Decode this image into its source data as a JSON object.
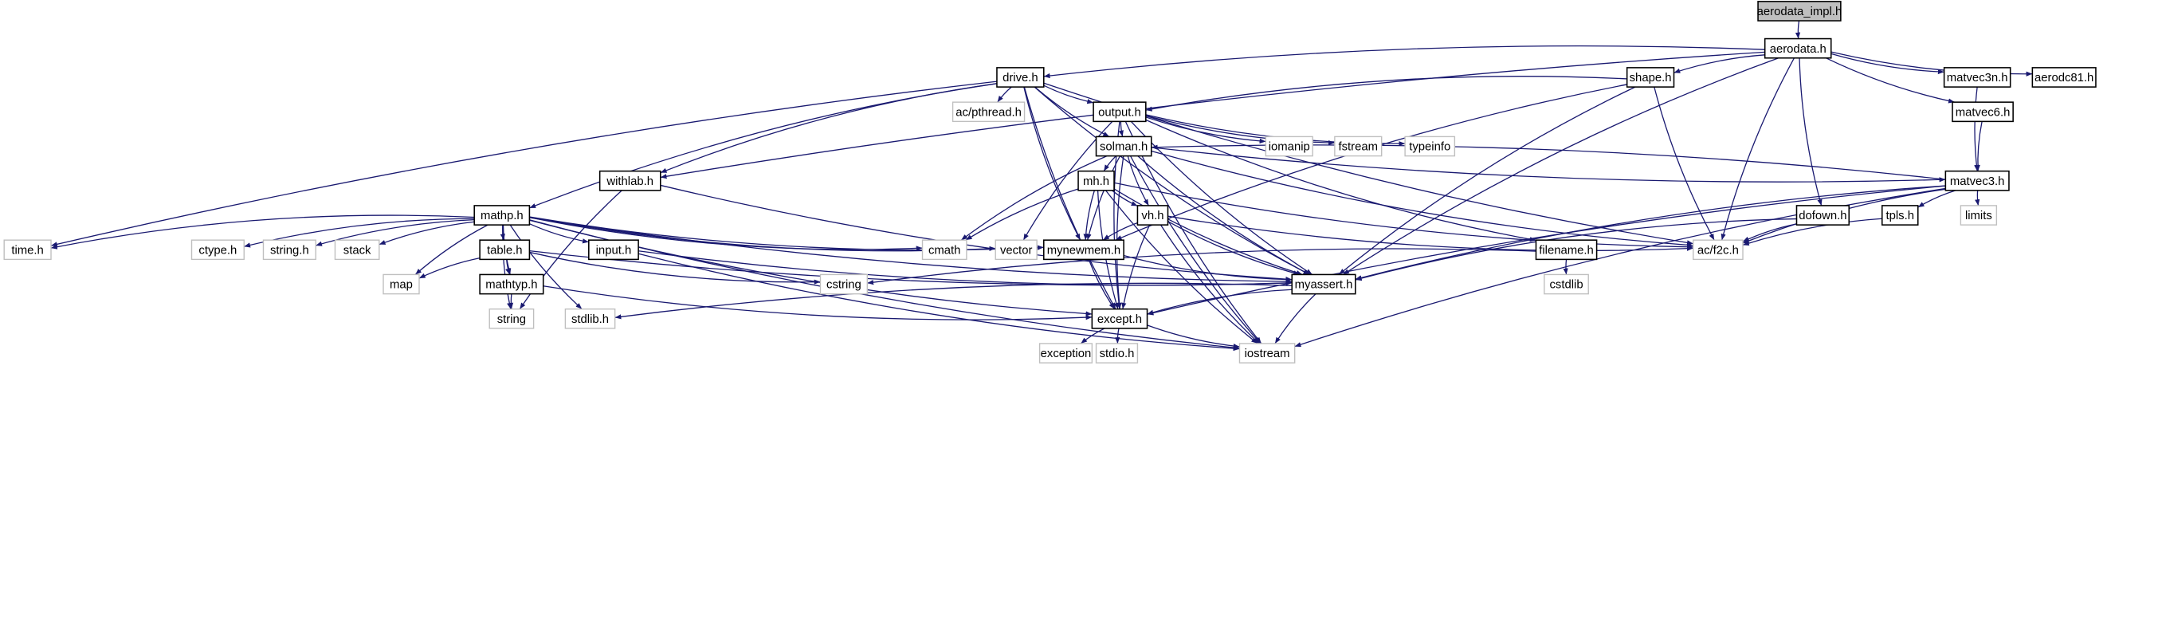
{
  "graph": {
    "colors": {
      "edge": "#191970",
      "documented_border": "#000000",
      "external_border": "#bfbfbf",
      "root_fill": "#bfbfbf"
    },
    "nodes": [
      {
        "id": "aerodata_impl.h",
        "label": "aerodata_impl.h",
        "kind": "root"
      },
      {
        "id": "aerodata.h",
        "label": "aerodata.h",
        "kind": "documented"
      },
      {
        "id": "drive.h",
        "label": "drive.h",
        "kind": "documented"
      },
      {
        "id": "shape.h",
        "label": "shape.h",
        "kind": "documented"
      },
      {
        "id": "matvec3n.h",
        "label": "matvec3n.h",
        "kind": "documented"
      },
      {
        "id": "aerodc81.h",
        "label": "aerodc81.h",
        "kind": "documented"
      },
      {
        "id": "output.h",
        "label": "output.h",
        "kind": "documented"
      },
      {
        "id": "ac/pthread.h",
        "label": "ac/pthread.h",
        "kind": "external"
      },
      {
        "id": "matvec6.h",
        "label": "matvec6.h",
        "kind": "documented"
      },
      {
        "id": "iomanip",
        "label": "iomanip",
        "kind": "external"
      },
      {
        "id": "fstream",
        "label": "fstream",
        "kind": "external"
      },
      {
        "id": "typeinfo",
        "label": "typeinfo",
        "kind": "external"
      },
      {
        "id": "solman.h",
        "label": "solman.h",
        "kind": "documented"
      },
      {
        "id": "matvec3.h",
        "label": "matvec3.h",
        "kind": "documented"
      },
      {
        "id": "withlab.h",
        "label": "withlab.h",
        "kind": "documented"
      },
      {
        "id": "mh.h",
        "label": "mh.h",
        "kind": "documented"
      },
      {
        "id": "mathp.h",
        "label": "mathp.h",
        "kind": "documented"
      },
      {
        "id": "vh.h",
        "label": "vh.h",
        "kind": "documented"
      },
      {
        "id": "dofown.h",
        "label": "dofown.h",
        "kind": "documented"
      },
      {
        "id": "tpls.h",
        "label": "tpls.h",
        "kind": "documented"
      },
      {
        "id": "limits",
        "label": "limits",
        "kind": "external"
      },
      {
        "id": "time.h",
        "label": "time.h",
        "kind": "external"
      },
      {
        "id": "ctype.h",
        "label": "ctype.h",
        "kind": "external"
      },
      {
        "id": "string.h",
        "label": "string.h",
        "kind": "external"
      },
      {
        "id": "stack",
        "label": "stack",
        "kind": "external"
      },
      {
        "id": "table.h",
        "label": "table.h",
        "kind": "documented"
      },
      {
        "id": "input.h",
        "label": "input.h",
        "kind": "documented"
      },
      {
        "id": "cmath",
        "label": "cmath",
        "kind": "external"
      },
      {
        "id": "vector",
        "label": "vector",
        "kind": "external"
      },
      {
        "id": "mynewmem.h",
        "label": "mynewmem.h",
        "kind": "documented"
      },
      {
        "id": "filename.h",
        "label": "filename.h",
        "kind": "documented"
      },
      {
        "id": "ac/f2c.h",
        "label": "ac/f2c.h",
        "kind": "external"
      },
      {
        "id": "map",
        "label": "map",
        "kind": "external"
      },
      {
        "id": "mathtyp.h",
        "label": "mathtyp.h",
        "kind": "documented"
      },
      {
        "id": "cstring",
        "label": "cstring",
        "kind": "external"
      },
      {
        "id": "myassert.h",
        "label": "myassert.h",
        "kind": "documented"
      },
      {
        "id": "cstdlib",
        "label": "cstdlib",
        "kind": "external"
      },
      {
        "id": "string",
        "label": "string",
        "kind": "external"
      },
      {
        "id": "stdlib.h",
        "label": "stdlib.h",
        "kind": "external"
      },
      {
        "id": "except.h",
        "label": "except.h",
        "kind": "documented"
      },
      {
        "id": "exception",
        "label": "exception",
        "kind": "external"
      },
      {
        "id": "stdio.h",
        "label": "stdio.h",
        "kind": "external"
      },
      {
        "id": "iostream",
        "label": "iostream",
        "kind": "external"
      }
    ],
    "edges": [
      [
        "aerodata_impl.h",
        "aerodata.h"
      ],
      [
        "aerodata.h",
        "drive.h"
      ],
      [
        "aerodata.h",
        "withlab.h"
      ],
      [
        "aerodata.h",
        "shape.h"
      ],
      [
        "aerodata.h",
        "matvec3n.h"
      ],
      [
        "aerodata.h",
        "aerodc81.h"
      ],
      [
        "aerodata.h",
        "matvec6.h"
      ],
      [
        "aerodata.h",
        "dofown.h"
      ],
      [
        "aerodata.h",
        "ac/f2c.h"
      ],
      [
        "aerodata.h",
        "myassert.h"
      ],
      [
        "drive.h",
        "ac/pthread.h"
      ],
      [
        "drive.h",
        "output.h"
      ],
      [
        "drive.h",
        "solman.h"
      ],
      [
        "drive.h",
        "withlab.h"
      ],
      [
        "drive.h",
        "mathp.h"
      ],
      [
        "drive.h",
        "time.h"
      ],
      [
        "drive.h",
        "mynewmem.h"
      ],
      [
        "drive.h",
        "myassert.h"
      ],
      [
        "drive.h",
        "ac/f2c.h"
      ],
      [
        "drive.h",
        "except.h"
      ],
      [
        "shape.h",
        "output.h"
      ],
      [
        "shape.h",
        "mynewmem.h"
      ],
      [
        "shape.h",
        "myassert.h"
      ],
      [
        "shape.h",
        "ac/f2c.h"
      ],
      [
        "matvec3n.h",
        "matvec3.h"
      ],
      [
        "matvec6.h",
        "matvec3.h"
      ],
      [
        "output.h",
        "iomanip"
      ],
      [
        "output.h",
        "fstream"
      ],
      [
        "output.h",
        "typeinfo"
      ],
      [
        "output.h",
        "solman.h"
      ],
      [
        "output.h",
        "vector"
      ],
      [
        "output.h",
        "filename.h"
      ],
      [
        "output.h",
        "myassert.h"
      ],
      [
        "output.h",
        "iostream"
      ],
      [
        "output.h",
        "except.h"
      ],
      [
        "solman.h",
        "mh.h"
      ],
      [
        "solman.h",
        "vh.h"
      ],
      [
        "solman.h",
        "matvec3.h"
      ],
      [
        "solman.h",
        "cmath"
      ],
      [
        "solman.h",
        "mynewmem.h"
      ],
      [
        "solman.h",
        "myassert.h"
      ],
      [
        "solman.h",
        "except.h"
      ],
      [
        "solman.h",
        "iostream"
      ],
      [
        "solman.h",
        "ac/f2c.h"
      ],
      [
        "matvec3.h",
        "solman.h"
      ],
      [
        "matvec3.h",
        "ac/f2c.h"
      ],
      [
        "matvec3.h",
        "tpls.h"
      ],
      [
        "matvec3.h",
        "limits"
      ],
      [
        "matvec3.h",
        "myassert.h"
      ],
      [
        "matvec3.h",
        "except.h"
      ],
      [
        "matvec3.h",
        "iostream"
      ],
      [
        "withlab.h",
        "string"
      ],
      [
        "withlab.h",
        "myassert.h"
      ],
      [
        "mh.h",
        "vh.h"
      ],
      [
        "mh.h",
        "cmath"
      ],
      [
        "mh.h",
        "mynewmem.h"
      ],
      [
        "mh.h",
        "myassert.h"
      ],
      [
        "mh.h",
        "except.h"
      ],
      [
        "mh.h",
        "iostream"
      ],
      [
        "mh.h",
        "ac/f2c.h"
      ],
      [
        "vh.h",
        "mynewmem.h"
      ],
      [
        "vh.h",
        "myassert.h"
      ],
      [
        "vh.h",
        "except.h"
      ],
      [
        "vh.h",
        "iostream"
      ],
      [
        "vh.h",
        "ac/f2c.h"
      ],
      [
        "mathp.h",
        "time.h"
      ],
      [
        "mathp.h",
        "ctype.h"
      ],
      [
        "mathp.h",
        "string.h"
      ],
      [
        "mathp.h",
        "stack"
      ],
      [
        "mathp.h",
        "table.h"
      ],
      [
        "mathp.h",
        "input.h"
      ],
      [
        "mathp.h",
        "map"
      ],
      [
        "mathp.h",
        "mathtyp.h"
      ],
      [
        "mathp.h",
        "string"
      ],
      [
        "mathp.h",
        "stdlib.h"
      ],
      [
        "mathp.h",
        "cmath"
      ],
      [
        "mathp.h",
        "vector"
      ],
      [
        "mathp.h",
        "mynewmem.h"
      ],
      [
        "mathp.h",
        "myassert.h"
      ],
      [
        "mathp.h",
        "except.h"
      ],
      [
        "mathp.h",
        "iostream"
      ],
      [
        "table.h",
        "map"
      ],
      [
        "table.h",
        "mathtyp.h"
      ],
      [
        "table.h",
        "cstring"
      ],
      [
        "table.h",
        "myassert.h"
      ],
      [
        "input.h",
        "myassert.h"
      ],
      [
        "input.h",
        "iostream"
      ],
      [
        "mathtyp.h",
        "string"
      ],
      [
        "mathtyp.h",
        "except.h"
      ],
      [
        "dofown.h",
        "ac/f2c.h"
      ],
      [
        "dofown.h",
        "myassert.h"
      ],
      [
        "tpls.h",
        "ac/f2c.h"
      ],
      [
        "filename.h",
        "cstdlib"
      ],
      [
        "filename.h",
        "cstring"
      ],
      [
        "mynewmem.h",
        "except.h"
      ],
      [
        "mynewmem.h",
        "myassert.h"
      ],
      [
        "myassert.h",
        "except.h"
      ],
      [
        "myassert.h",
        "iostream"
      ],
      [
        "myassert.h",
        "stdlib.h"
      ],
      [
        "except.h",
        "exception"
      ],
      [
        "except.h",
        "stdio.h"
      ],
      [
        "except.h",
        "iostream"
      ]
    ]
  }
}
